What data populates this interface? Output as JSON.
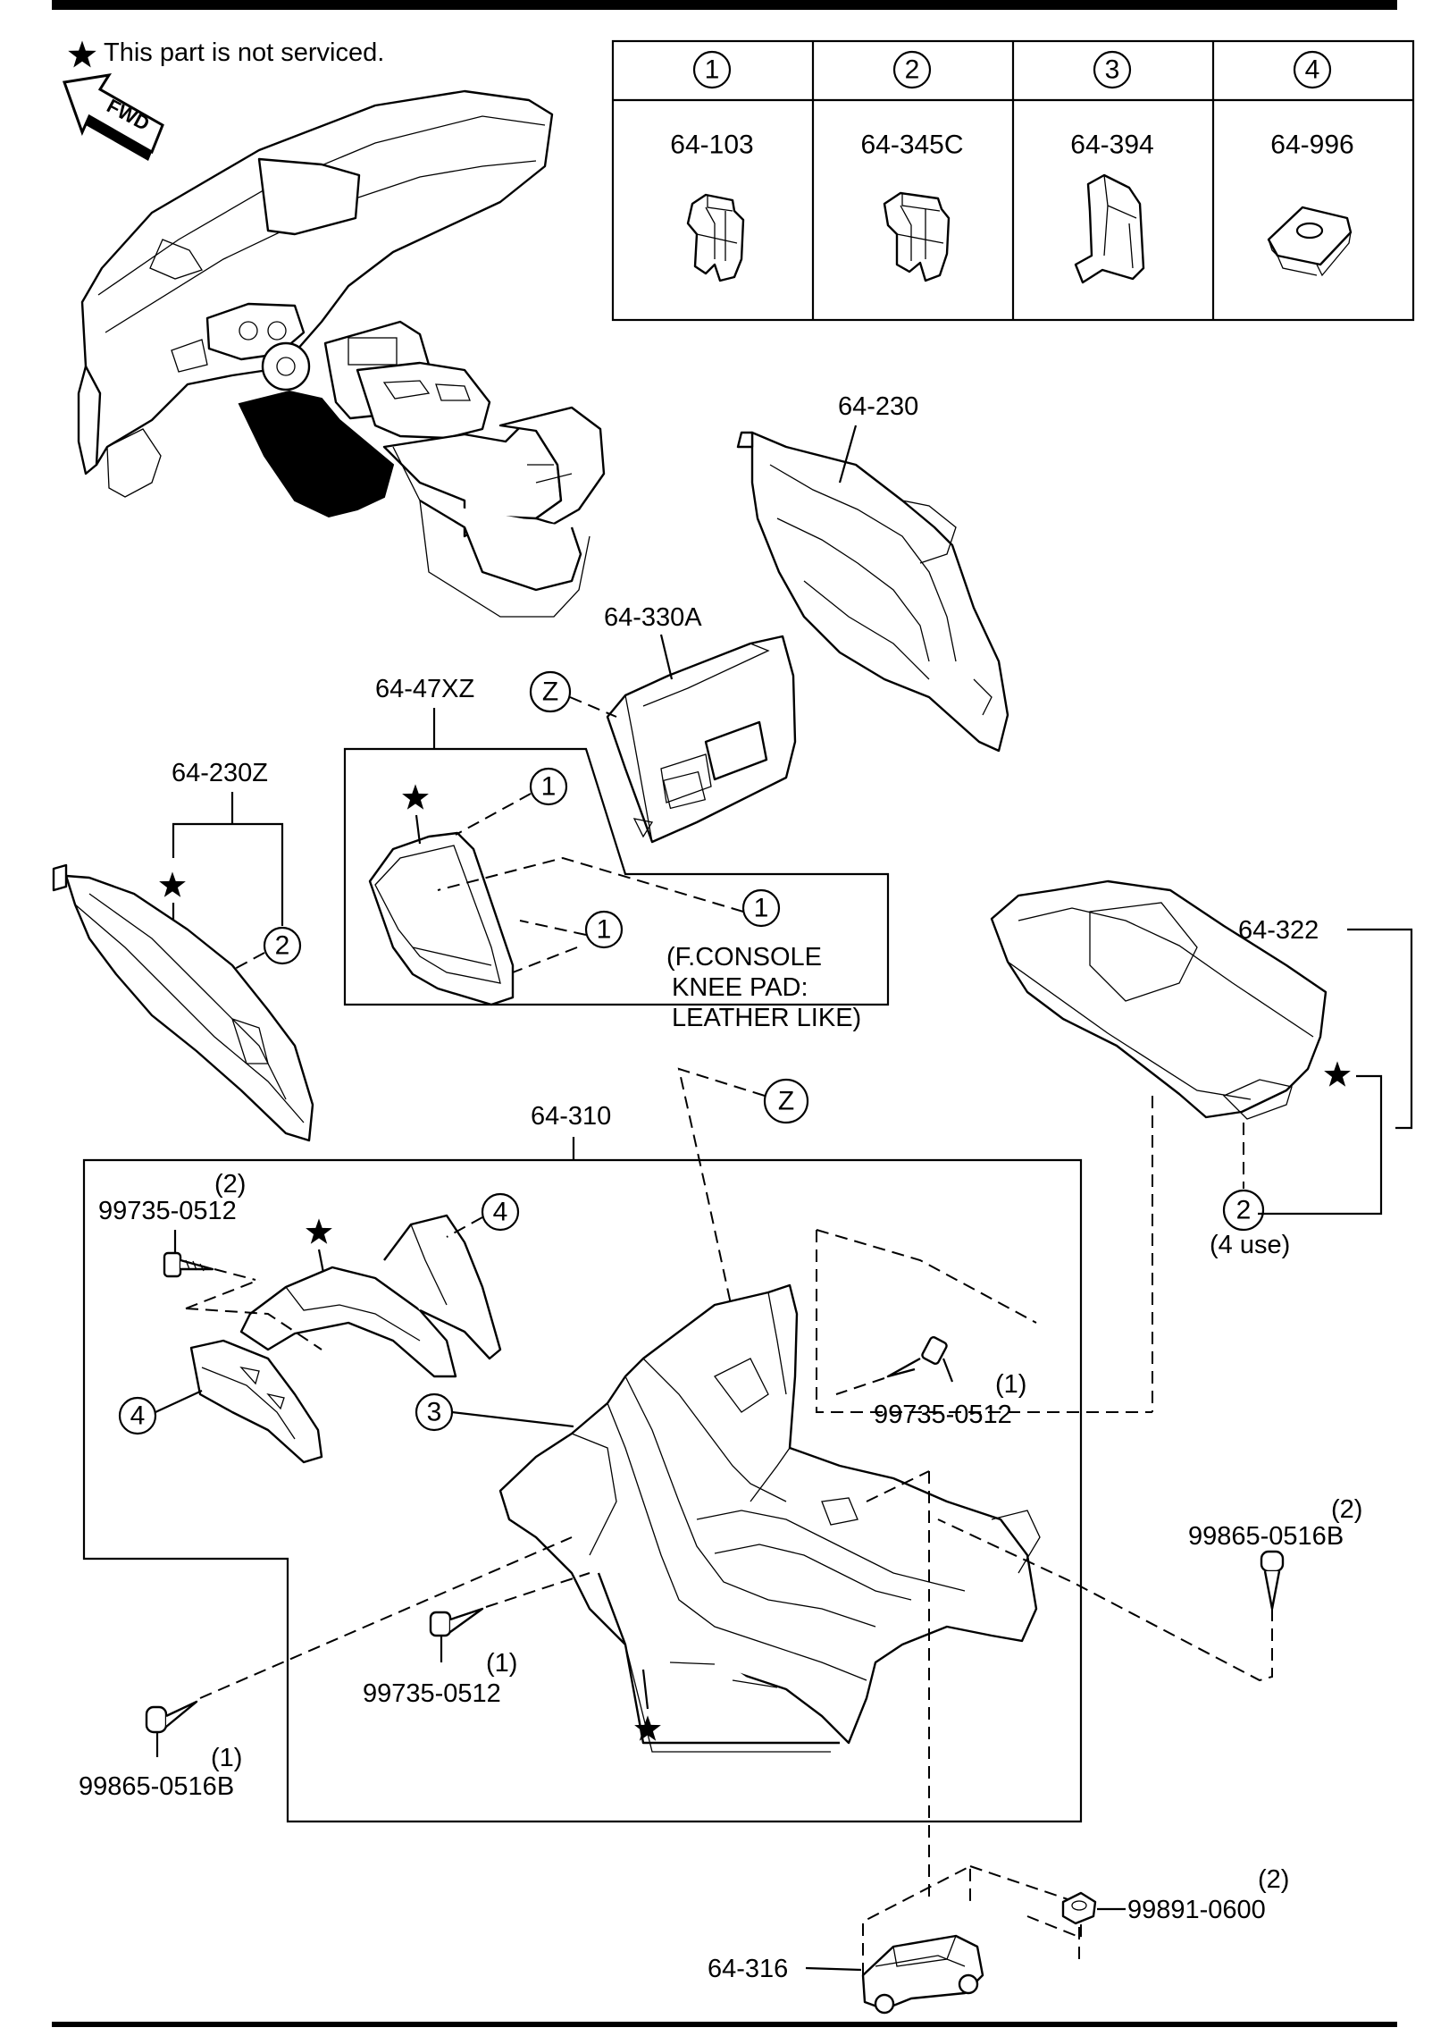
{
  "legend": {
    "note": "This part is not serviced."
  },
  "fwd": "FWD",
  "clip_table": [
    {
      "num": "1",
      "part": "64-103"
    },
    {
      "num": "2",
      "part": "64-345C"
    },
    {
      "num": "3",
      "part": "64-394"
    },
    {
      "num": "4",
      "part": "64-996"
    }
  ],
  "parts": {
    "p64_230": "64-230",
    "p64_330A": "64-330A",
    "p64_47XZ": "64-47XZ",
    "p64_230Z": "64-230Z",
    "p64_322": "64-322",
    "p64_310": "64-310",
    "p64_316": "64-316"
  },
  "callouts": {
    "z": "Z",
    "c1": "1",
    "c2": "2",
    "c3": "3",
    "c4": "4"
  },
  "knee_pad_note": [
    "(F.CONSOLE",
    "KNEE PAD:",
    "LEATHER LIKE)"
  ],
  "use_note": "(4 use)",
  "fasteners": {
    "f1_part": "99735-0512",
    "f1_qty": "(2)",
    "f2_part": "99735-0512",
    "f2_qty": "(1)",
    "f3_part": "99735-0512",
    "f3_qty": "(1)",
    "f4_part": "99865-0516B",
    "f4_qty": "(1)",
    "f5_part": "99865-0516B",
    "f5_qty": "(2)",
    "f6_part": "99891-0600",
    "f6_qty": "(2)"
  }
}
